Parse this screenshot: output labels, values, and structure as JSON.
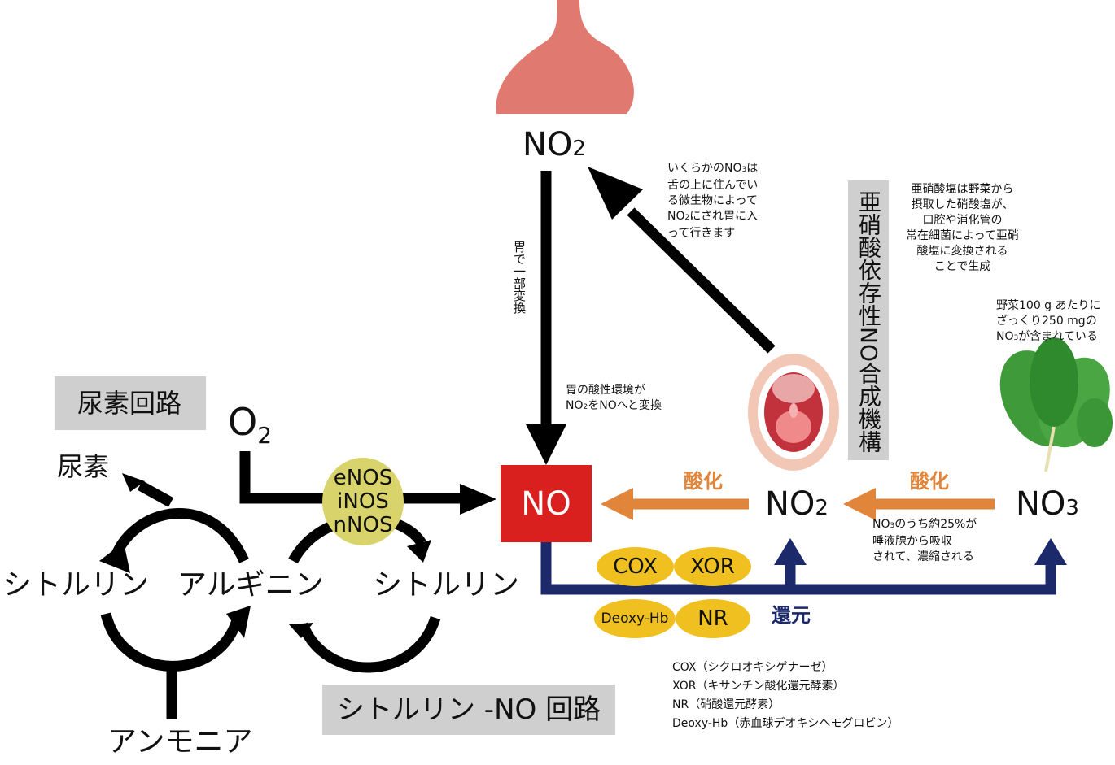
{
  "title_box": "尿素回路",
  "cycle_box": "シトルリン -NO 回路",
  "side_box": "亜硝酸依存性NO合成機構",
  "urea_cycle": {
    "urea": "尿素",
    "citrulline_left": "シトルリン",
    "arginine": "アルギニン",
    "citrulline_right": "シトルリン",
    "ammonia": "アンモニア"
  },
  "o2": {
    "main": "O",
    "sub": "2"
  },
  "nos": {
    "line1": "eNOS",
    "line2": "iNOS",
    "line3": "nNOS"
  },
  "no_box": "NO",
  "no2_top": {
    "main": "NO",
    "sub": "2"
  },
  "no2_mid": {
    "main": "NO",
    "sub": "2"
  },
  "no3": {
    "main": "NO",
    "sub": "3"
  },
  "oxidation_left": "酸化",
  "oxidation_right": "酸化",
  "reduction": "還元",
  "stomach_partial": "胃で一部変換",
  "stomach_acid": {
    "line1": "胃の酸性環境が",
    "line2a": "NO",
    "line2sub": "2",
    "line2b": "をNOへと変換"
  },
  "tongue_note": {
    "line1a": "いくらかのNO",
    "line1sub": "3",
    "line1b": "は",
    "line2": "舌の上に住んでい",
    "line3": "る微生物によって",
    "line4a": "NO",
    "line4sub": "2",
    "line4b": "にされ胃に入",
    "line5": "って行きます"
  },
  "nitrite_note": [
    "亜硝酸塩は野菜から",
    "摂取した硝酸塩が、",
    "口腔や消化管の",
    "常在細菌によって亜硝",
    "酸塩に変換される",
    "ことで生成"
  ],
  "veg_note": {
    "line1": "野菜100 g あたりに",
    "line2": "ざっくり250 mgの",
    "line3a": "NO",
    "line3sub": "3",
    "line3b": "が含まれている"
  },
  "saliva_note": {
    "line1a": "NO",
    "line1sub": "3",
    "line1b": "のうち約25%が",
    "line2": "唾液腺から吸収",
    "line3": "されて、濃縮される"
  },
  "enzymes": {
    "cox": "COX",
    "xor": "XOR",
    "deoxy": "Deoxy-Hb",
    "nr": "NR"
  },
  "legend": [
    "COX（シクロオキシゲナーゼ）",
    "XOR（キサンチン酸化還元酵素）",
    "NR（硝酸還元酵素）",
    "Deoxy-Hb（赤血球デオキシヘモグロビン）"
  ],
  "colors": {
    "red": "#d9201e",
    "orange": "#e0853a",
    "navy": "#1c2a6b",
    "yellow": "#f0c020",
    "nos_bg": "#d8d36a",
    "stomach": "#e07a70",
    "gray": "#cfcfcf",
    "spinach": "#3f9a3a"
  },
  "icons": [
    "stomach-icon",
    "mouth-icon",
    "spinach-icon"
  ]
}
